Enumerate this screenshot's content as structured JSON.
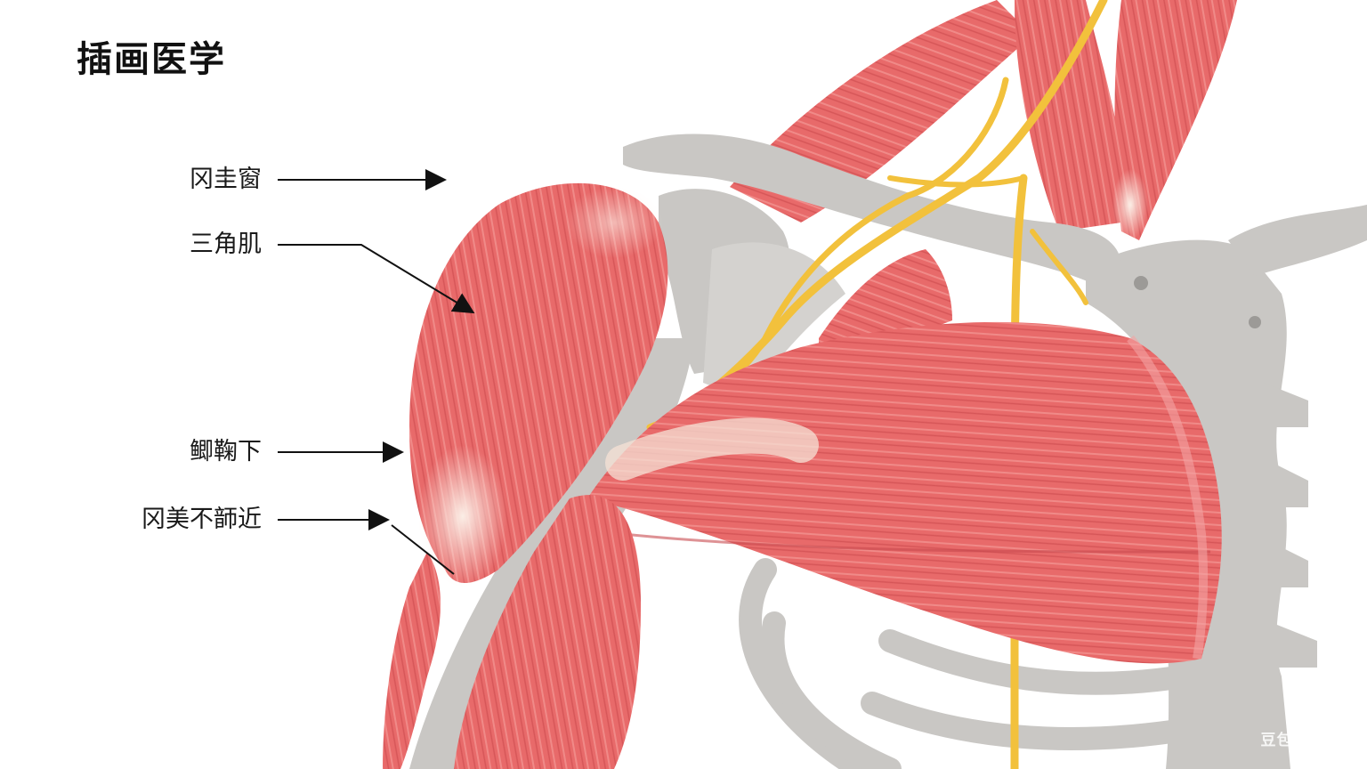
{
  "title": "插画医学",
  "labels": [
    {
      "id": "label-1",
      "text": "冈圭窗"
    },
    {
      "id": "label-2",
      "text": "三角肌"
    },
    {
      "id": "label-3",
      "text": "鲫鞠下"
    },
    {
      "id": "label-4",
      "text": "冈美不韴近"
    }
  ],
  "watermark": "豆包AI生成",
  "colors": {
    "muscle": "#e86a6a",
    "muscle_dark": "#d44f52",
    "tendon": "#f6e2d6",
    "bone": "#c9c7c4",
    "nerve": "#f2c13c",
    "background": "#ffffff"
  }
}
